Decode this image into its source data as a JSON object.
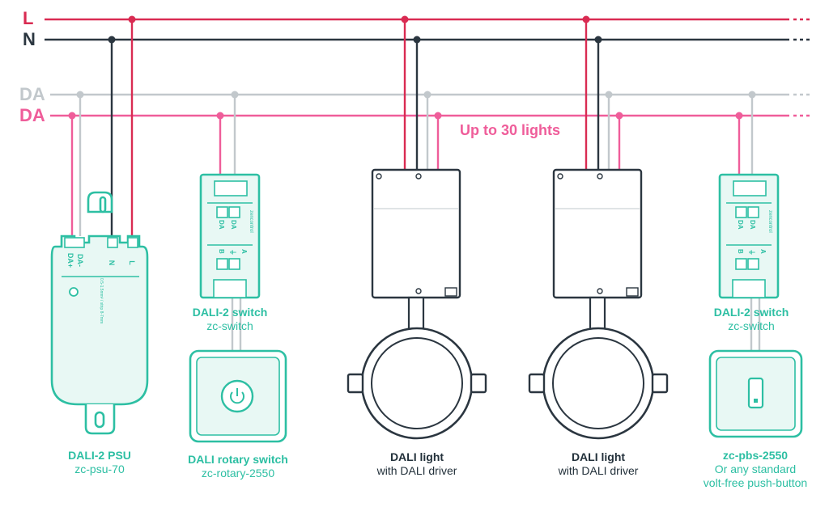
{
  "colors": {
    "live": "#d92b52",
    "neutral": "#2b3640",
    "da_grey": "#c2c8cc",
    "da_pink": "#ef5d9a",
    "device": "#2dbfa3",
    "device_fill": "#e8f8f4",
    "driver": "#2b3640",
    "text_dark": "#22303a"
  },
  "bus": {
    "live": "L",
    "neutral": "N",
    "da_minus": "DA",
    "da_plus": "DA"
  },
  "note": "Up to 30 lights",
  "psu": {
    "terminals": [
      "DA+",
      "DA-",
      "N",
      "L"
    ],
    "fine_print": "0.5-1.5mm² / strip 8-7mm",
    "title": "DALI-2 PSU",
    "subtitle": "zc-psu-70"
  },
  "switch": {
    "brand": "zencontrol",
    "da_terminal": "DA",
    "port_b": "B",
    "port_gnd": "⏚",
    "port_a": "A"
  },
  "devices": [
    {
      "title": "DALI-2 switch",
      "subtitle": "zc-switch"
    },
    {
      "title": "DALI rotary switch",
      "subtitle": "zc-rotary-2550"
    },
    {
      "title": "DALI light",
      "subtitle": "with DALI driver"
    },
    {
      "title": "DALI light",
      "subtitle": "with DALI driver"
    },
    {
      "title": "DALI-2 switch",
      "subtitle": "zc-switch"
    },
    {
      "title": "zc-pbs-2550",
      "subtitle": "Or any standard",
      "subtitle2": "volt-free push-button"
    }
  ]
}
